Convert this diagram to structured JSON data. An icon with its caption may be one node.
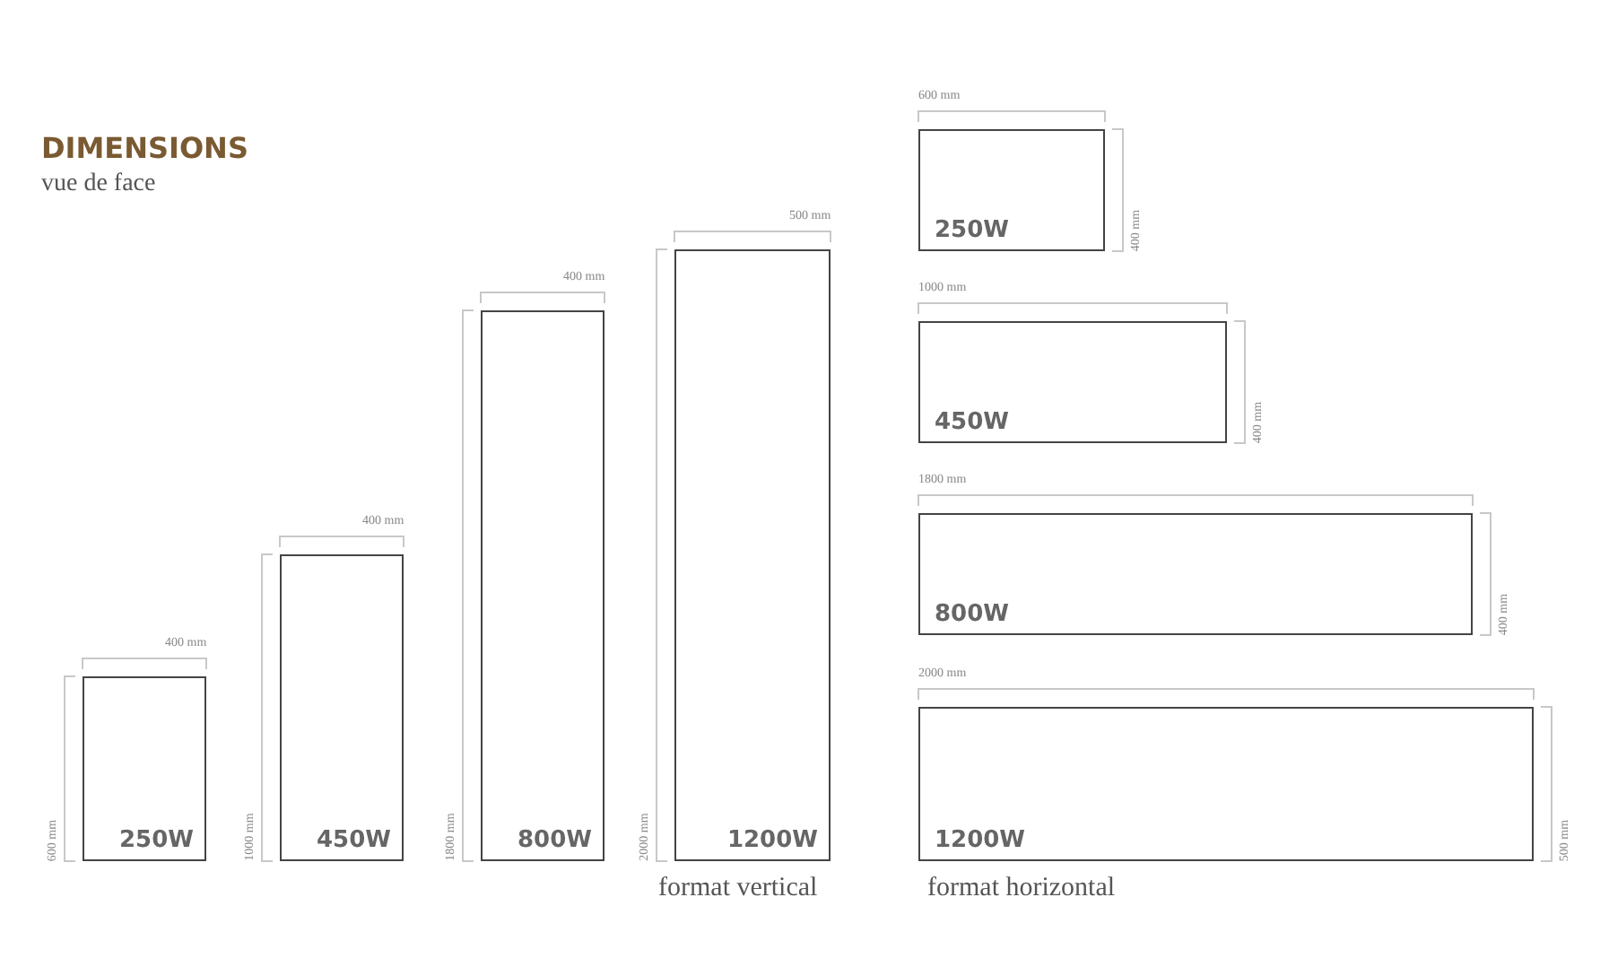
{
  "diagram": {
    "title": "DIMENSIONS",
    "nodes": [
      {
        "text": [
          "250W"
        ]
      },
      {
        "text": [
          "450W"
        ]
      },
      {
        "text": [
          "800W"
        ]
      },
      {
        "text": [
          "1200W"
        ]
      },
      {
        "text": [
          "250W"
        ]
      },
      {
        "text": [
          "450W"
        ]
      },
      {
        "text": [
          "800W"
        ]
      },
      {
        "text": [
          "1200W"
        ]
      }
    ],
    "labels": [
      "vue de face",
      "400 mm",
      "600 mm",
      "400 mm",
      "1000 mm",
      "400 mm",
      "1800 mm",
      "500 mm",
      "2000 mm",
      "format vertical",
      "600 mm",
      "400 mm",
      "1000 mm",
      "400 mm",
      "1800 mm",
      "400 mm",
      "2000 mm",
      "500 mm",
      "format horizontal"
    ]
  }
}
